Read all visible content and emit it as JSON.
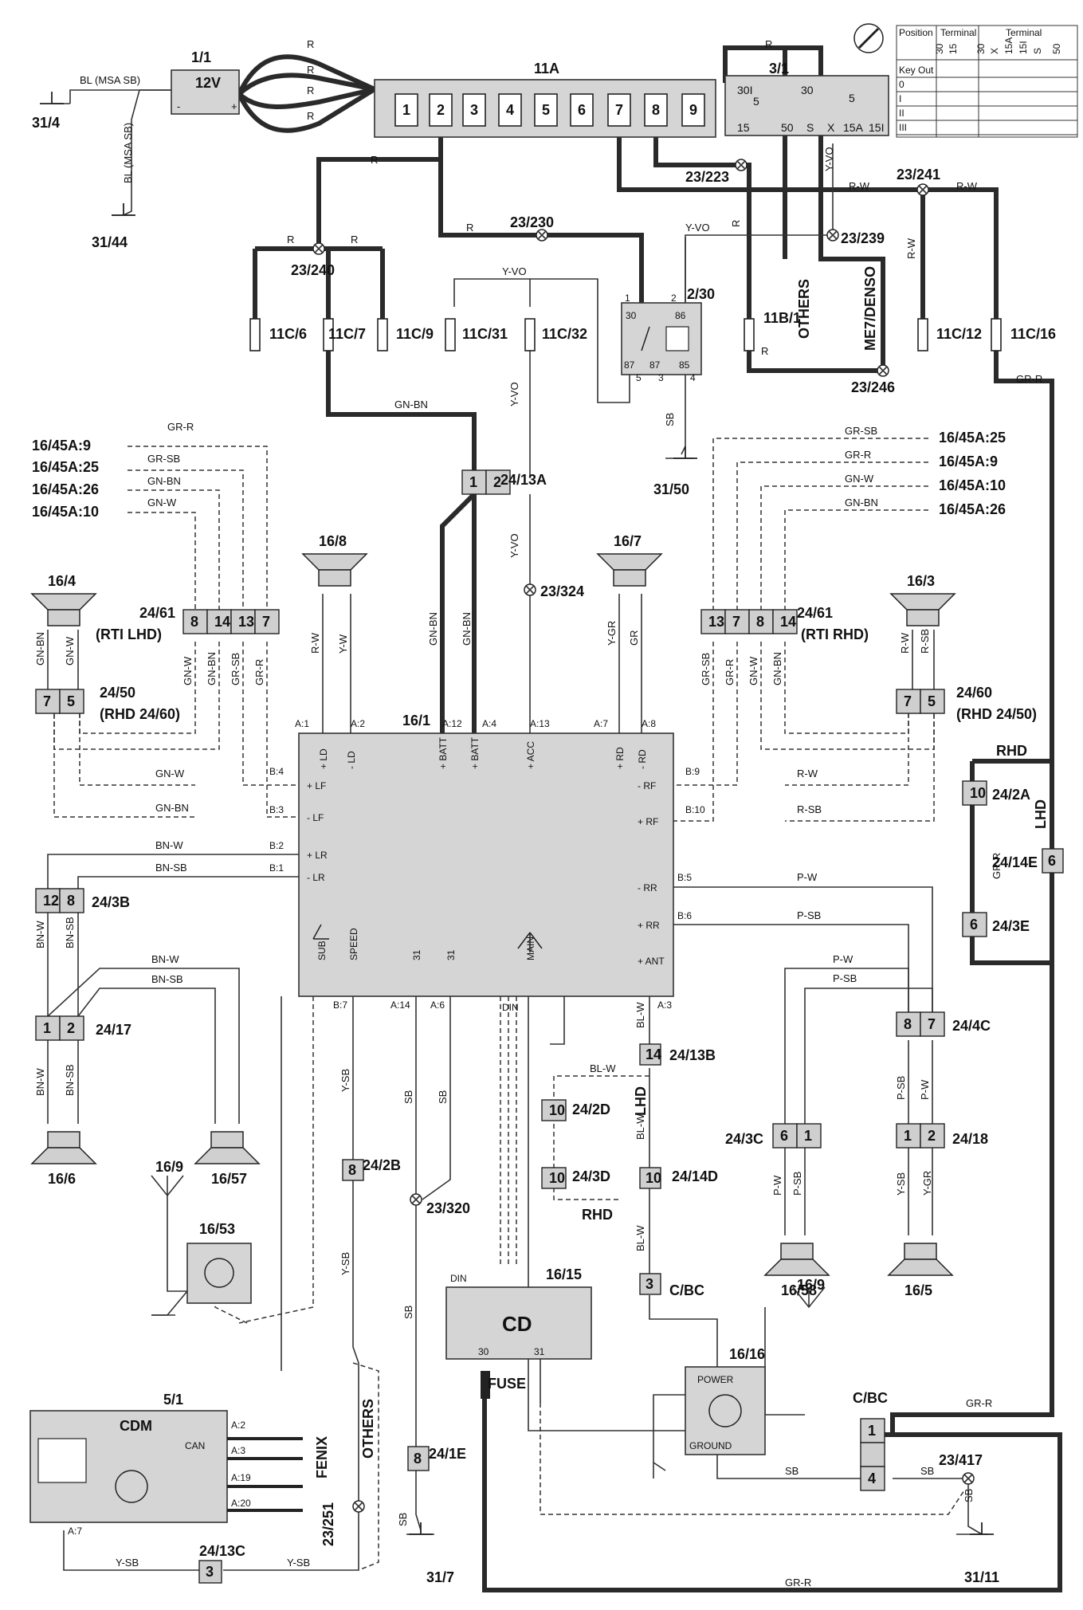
{
  "components": {
    "battery": {
      "id": "1/1",
      "voltage": "12V"
    },
    "fuse_box_11a": {
      "id": "11A",
      "fuses": [
        "1",
        "2",
        "3",
        "4",
        "5",
        "6",
        "7",
        "8",
        "9"
      ]
    },
    "ignition_switch": {
      "id": "3/1",
      "terminals": [
        "30I",
        "30",
        "15",
        "50",
        "S",
        "X",
        "15A",
        "15I"
      ],
      "digits": [
        "5",
        "5"
      ]
    },
    "ignition_table": {
      "header": {
        "position": "Position",
        "terminal1": "Terminal",
        "terminal2": "Terminal"
      },
      "cols": [
        "30",
        "15",
        "30",
        "X",
        "15A",
        "15I",
        "S",
        "50"
      ],
      "rows": [
        "Key Out",
        "0",
        "I",
        "II",
        "III"
      ]
    },
    "relay": {
      "id": "2/30",
      "pins": [
        "30",
        "86",
        "87",
        "87",
        "85"
      ],
      "pin_nums": [
        "1",
        "2",
        "5",
        "3",
        "4"
      ]
    },
    "fuses_row": [
      "11C/6",
      "11C/7",
      "11C/9",
      "11C/31",
      "11C/32",
      "11B/1",
      "11C/12",
      "11C/16"
    ],
    "radio": {
      "id": "16/1",
      "pins_top": [
        "+ LD",
        "- LD",
        "+ BATT",
        "+ BATT",
        "+ ACC",
        "+ RD",
        "- RD"
      ],
      "pins_left": [
        "+ LF",
        "- LF",
        "+ LR",
        "- LR"
      ],
      "pins_right": [
        "- RF",
        "+ RF",
        "- RR",
        "+ RR",
        "+ ANT"
      ],
      "pins_bottom": [
        "SUB",
        "SPEED",
        "31",
        "31",
        "MAIN"
      ],
      "din": "DIN"
    },
    "cd": {
      "id": "16/15",
      "label": "CD",
      "din": "DIN",
      "pins": [
        "30",
        "31"
      ]
    },
    "amp_power": {
      "id": "16/16",
      "power": "POWER",
      "ground": "GROUND"
    },
    "cdm": {
      "id": "5/1",
      "label": "CDM",
      "can": "CAN",
      "pins": [
        "A:2",
        "A:3",
        "A:19",
        "A:20",
        "A:7"
      ]
    },
    "antenna_amp": {
      "id": "16/53"
    }
  },
  "labels": {
    "grounds": [
      "31/4",
      "31/44",
      "31/50",
      "31/7",
      "31/11"
    ],
    "splices": [
      "23/223",
      "23/241",
      "23/230",
      "23/239",
      "23/240",
      "23/246",
      "23/324",
      "23/320",
      "23/417",
      "23/251"
    ],
    "speakers": [
      "16/4",
      "16/8",
      "16/7",
      "16/3",
      "16/6",
      "16/57",
      "16/58",
      "16/5"
    ],
    "antennas": [
      "16/9",
      "16/9"
    ],
    "connectors": [
      "24/13A",
      "24/61",
      "(RTI LHD)",
      "24/61",
      "(RTI RHD)",
      "24/50",
      "(RHD 24/60)",
      "24/60",
      "(RHD 24/50)",
      "24/3B",
      "24/17",
      "24/2B",
      "24/13B",
      "24/2D",
      "24/3D",
      "24/14D",
      "24/3C",
      "24/18",
      "24/4C",
      "24/2A",
      "24/14E",
      "24/3E",
      "24/1E",
      "24/13C",
      "C/BC",
      "C/BC"
    ],
    "regions": [
      "OTHERS",
      "ME7/DENSO",
      "RHD",
      "LHD",
      "LHD",
      "RHD",
      "FENIX",
      "OTHERS",
      "FUSE"
    ],
    "remote": [
      "16/45A:9",
      "16/45A:25",
      "16/45A:26",
      "16/45A:10",
      "16/45A:25",
      "16/45A:9",
      "16/45A:10",
      "16/45A:26"
    ]
  },
  "wires": {
    "colors": [
      "BL (MSA SB)",
      "BL (MSA SB)",
      "R",
      "R",
      "R",
      "R",
      "R",
      "R",
      "R",
      "R",
      "R",
      "R",
      "R",
      "R-W",
      "R-W",
      "R-W",
      "Y-VO",
      "Y-VO",
      "Y-VO",
      "Y-VO",
      "Y-VO",
      "GN-BN",
      "GN-BN",
      "GN-BN",
      "SB",
      "GR-R",
      "GR-SB",
      "GN-BN",
      "GN-W",
      "GR-SB",
      "GR-R",
      "GN-W",
      "GN-BN",
      "R-W",
      "Y-W",
      "Y-GR",
      "GR",
      "GN-BN",
      "GN-W",
      "GN-W",
      "GN-BN",
      "GR-SB",
      "GR-R",
      "GR-SB",
      "GR-R",
      "GN-W",
      "GN-BN",
      "R-W",
      "R-SB",
      "GN-W",
      "GN-BN",
      "R-W",
      "R-SB",
      "BN-W",
      "BN-SB",
      "BN-W",
      "BN-SB",
      "BN-W",
      "BN-SB",
      "BN-W",
      "BN-SB",
      "P-W",
      "P-SB",
      "P-W",
      "P-SB",
      "P-SB",
      "P-W",
      "Y-SB",
      "Y-GR",
      "P-W",
      "P-SB",
      "Y-SB",
      "Y-SB",
      "SB",
      "SB",
      "SB",
      "BL-W",
      "BL-W",
      "BL-W",
      "BL-W",
      "GR-R",
      "GR-R",
      "GR-R",
      "SB",
      "SB",
      "SB",
      "SB",
      "Y-SB",
      "Y-SB",
      "GR-R"
    ],
    "pins": [
      "A:1",
      "A:2",
      "A:12",
      "A:4",
      "A:13",
      "A:7",
      "A:8",
      "B:4",
      "B:3",
      "B:2",
      "B:1",
      "B:9",
      "B:10",
      "B:5",
      "B:6",
      "B:7",
      "A:14",
      "A:6",
      "A:3"
    ]
  },
  "colors": {
    "line": "#2a2a2a",
    "box": "#d5d5d5",
    "background": "#ffffff"
  }
}
